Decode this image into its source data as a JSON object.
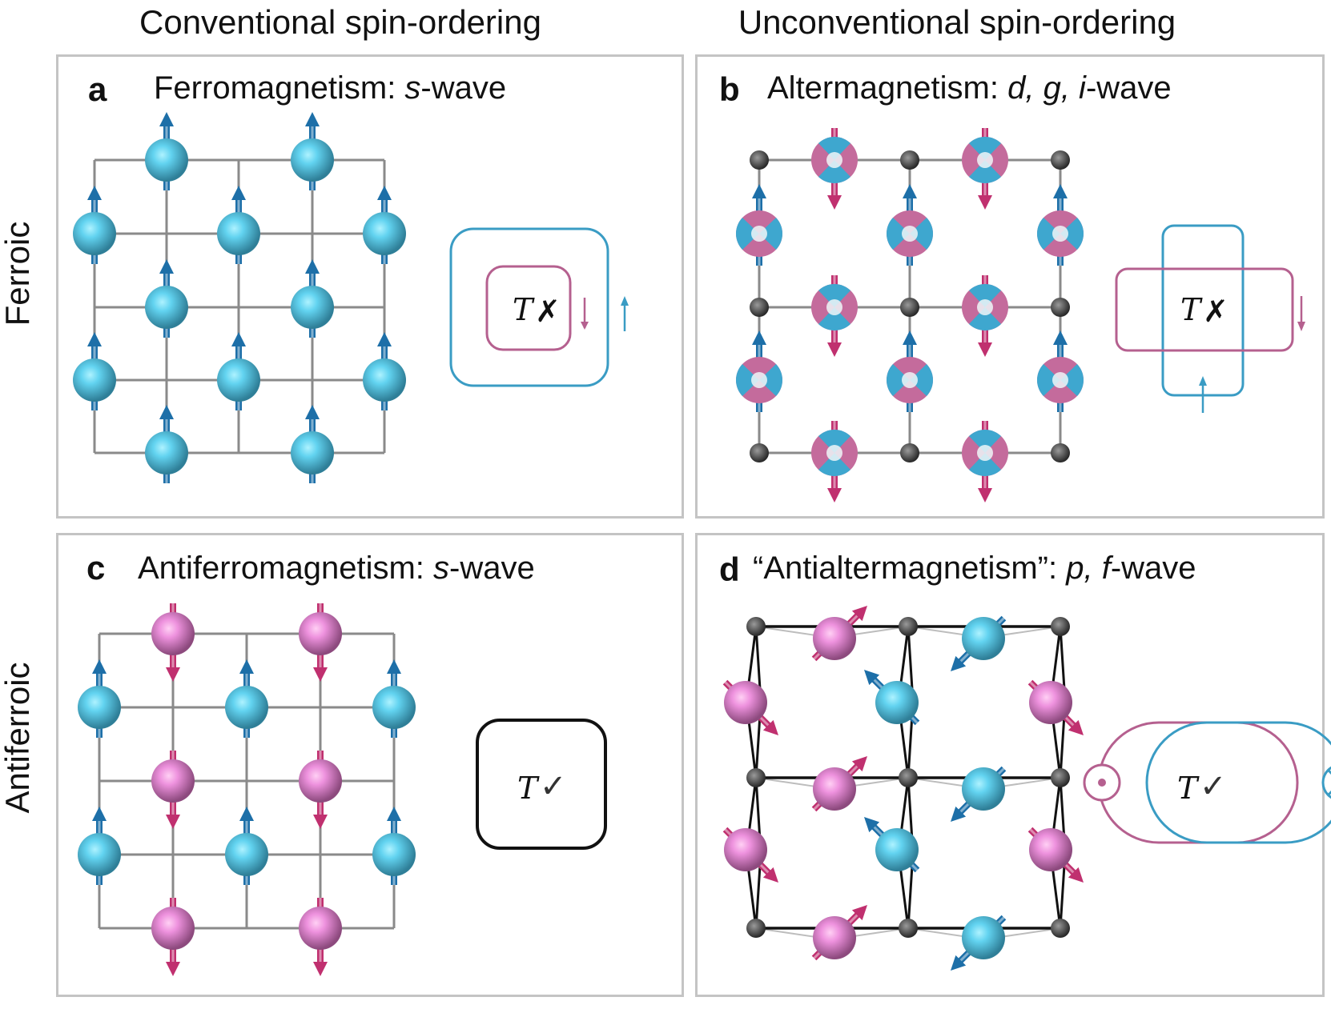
{
  "columns": {
    "left": "Conventional spin-ordering",
    "right": "Unconventional spin-ordering"
  },
  "rows": {
    "top": "Ferroic",
    "bottom": "Antiferroic"
  },
  "panels": {
    "a": {
      "label": "a",
      "title_main": "Ferromagnetism: ",
      "title_italic": "s",
      "title_suffix": "-wave",
      "symmetry": "T",
      "mark": "✗"
    },
    "b": {
      "label": "b",
      "title_main": "Altermagnetism: ",
      "title_italic": "d, g, i",
      "title_suffix": "-wave",
      "symmetry": "T",
      "mark": "✗"
    },
    "c": {
      "label": "c",
      "title_main": "Antiferromagnetism: ",
      "title_italic": "s",
      "title_suffix": "-wave",
      "symmetry": "T",
      "mark": "✓"
    },
    "d": {
      "label": "d",
      "title_main": "“Antialtermagnetism”: ",
      "title_italic": "p, f",
      "title_suffix": "-wave",
      "symmetry": "T",
      "mark": "✓"
    }
  },
  "colors": {
    "blue_atom": "#5fc8e4",
    "pink_atom": "#e58ed3",
    "blue_arrow": "#1d6fa8",
    "pink_arrow": "#c0306f",
    "dark_atom": "#444444",
    "loop_blue": "#3a9cc4",
    "loop_pink": "#b5608f",
    "grid": "#8a8a8a"
  }
}
